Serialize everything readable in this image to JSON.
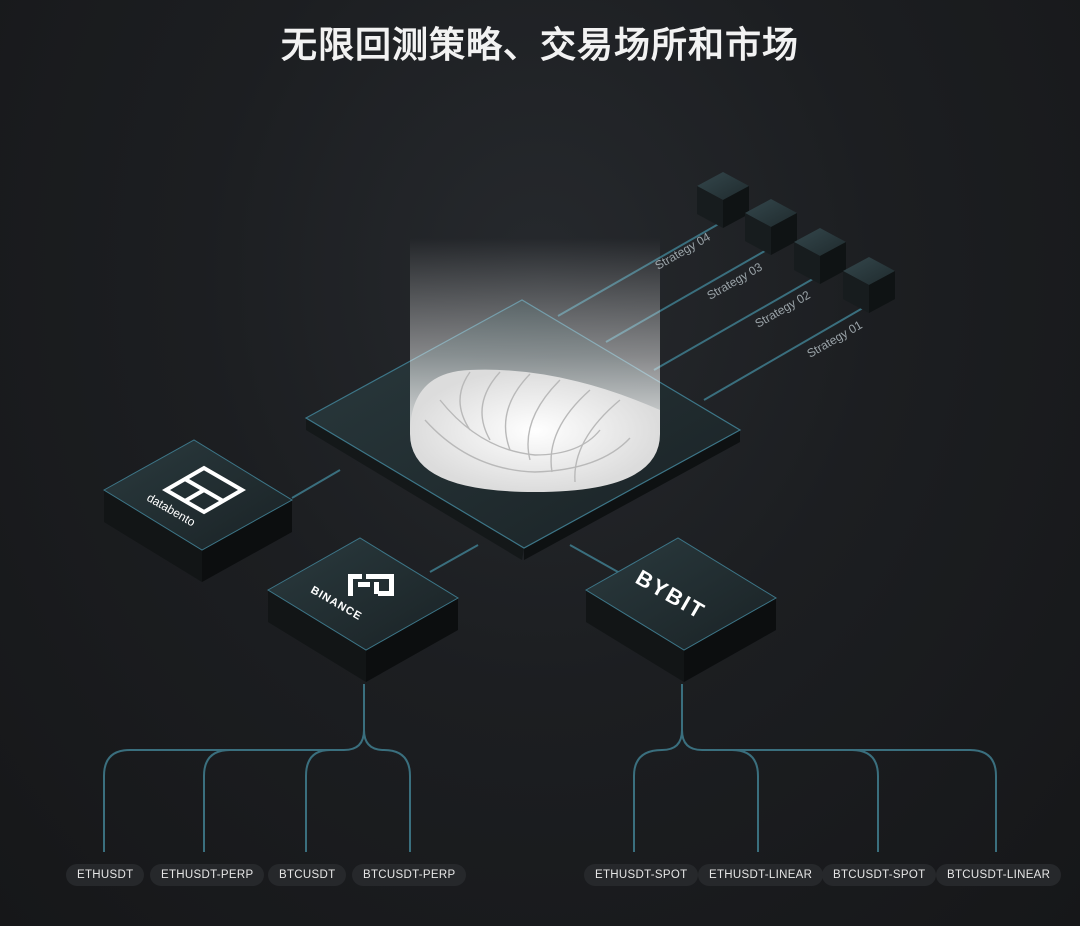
{
  "header": {
    "title": "无限回测策略、交易场所和市场"
  },
  "strategies": [
    "Strategy 04",
    "Strategy 03",
    "Strategy 02",
    "Strategy 01"
  ],
  "venues": {
    "databento": "databento",
    "binance": "BINANCE",
    "bybit": "BYBIT"
  },
  "markets": {
    "binance": [
      "ETHUSDT",
      "ETHUSDT-PERP",
      "BTCUSDT",
      "BTCUSDT-PERP"
    ],
    "bybit": [
      "ETHUSDT-SPOT",
      "ETHUSDT-LINEAR",
      "BTCUSDT-SPOT",
      "BTCUSDT-LINEAR"
    ]
  },
  "colors": {
    "accent": "#3f8fa8",
    "tile": "#1e2a2d",
    "pill": "#26282b"
  },
  "icons": {
    "center": "nautilus-shell-icon",
    "databento": "databento-logo-icon",
    "binance": "binance-logo-icon"
  }
}
